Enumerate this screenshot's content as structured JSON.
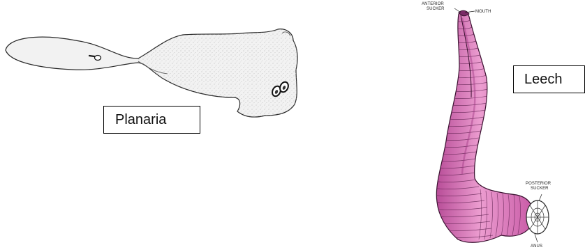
{
  "labels": {
    "planaria": "Planaria",
    "leech": "Leech"
  },
  "annotations": {
    "anterior_sucker_line1": "ANTERIOR",
    "anterior_sucker_line2": "SUCKER",
    "mouth": "MOUTH",
    "posterior_sucker_line1": "POSTERIOR",
    "posterior_sucker_line2": "SUCKER",
    "anus": "ANUS"
  },
  "colors": {
    "leech_body": "#d66bb5",
    "leech_body_light": "#ec9dd0",
    "planaria_body": "#f2f2f2",
    "outline": "#2a2a2a",
    "background": "#ffffff"
  }
}
